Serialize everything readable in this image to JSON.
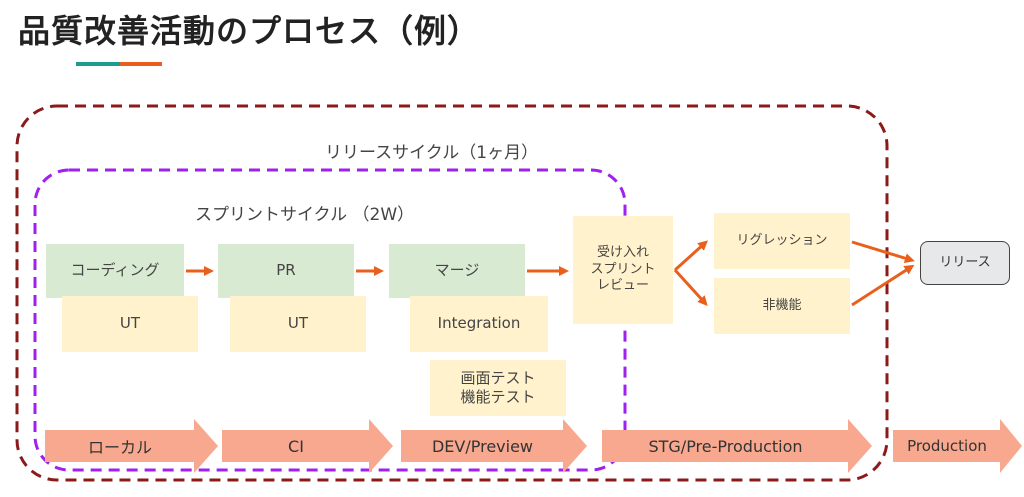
{
  "title": "品質改善活動のプロセス（例）",
  "cycles": {
    "release_cycle": "リリースサイクル（1ヶ月）",
    "sprint_cycle": "スプリントサイクル （2W）"
  },
  "steps": {
    "coding": "コーディング",
    "pr": "PR",
    "merge": "マージ",
    "ut1": "UT",
    "ut2": "UT",
    "integration": "Integration",
    "screen_test_1": "画面テスト",
    "screen_test_2": "機能テスト",
    "acceptance_1": "受け入れ",
    "acceptance_2": "スプリント",
    "acceptance_3": "レビュー",
    "regression": "リグレッション",
    "non_functional": "非機能",
    "release": "リリース"
  },
  "stages": [
    "ローカル",
    "CI",
    "DEV/Preview",
    "STG/Pre-Production",
    "Production"
  ],
  "colors": {
    "release_cycle_border": "#8b1a1a",
    "sprint_cycle_border": "#a020f0",
    "arrow": "#e8601c",
    "stage_fill": "#f7a88e",
    "step_green": "#d9ead3",
    "step_yellow": "#fff2cc"
  }
}
